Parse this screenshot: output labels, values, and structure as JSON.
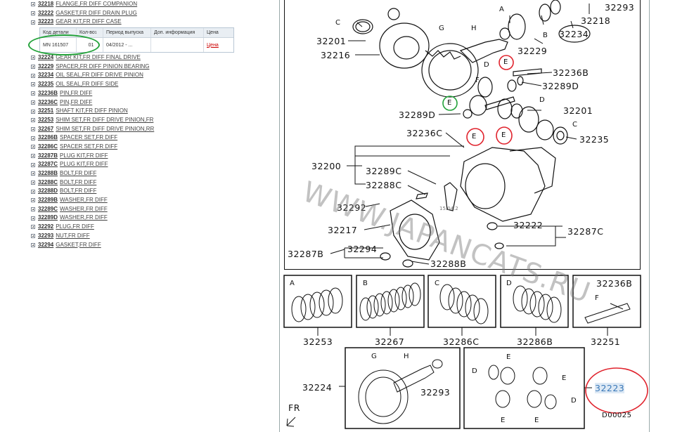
{
  "tree": {
    "items": [
      {
        "code": "32218",
        "name": "FLANGE,FR DIFF COMPANION"
      },
      {
        "code": "32222",
        "name": "GASKET,FR DIFF DRAIN PLUG"
      },
      {
        "code": "32223",
        "name": "GEAR KIT,FR DIFF CASE"
      },
      {
        "code": "32224",
        "name": "GEAR KIT,FR DIFF FINAL DRIVE"
      },
      {
        "code": "32229",
        "name": "SPACER,FR DIFF PINION BEARING"
      },
      {
        "code": "32234",
        "name": "OIL SEAL,FR DIFF DRIVE PINION"
      },
      {
        "code": "32235",
        "name": "OIL SEAL,FR DIFF SIDE"
      },
      {
        "code": "32236B",
        "name": "PIN,FR DIFF"
      },
      {
        "code": "32236C",
        "name": "PIN,FR DIFF"
      },
      {
        "code": "32251",
        "name": "SHAFT KIT,FR DIFF PINION"
      },
      {
        "code": "32253",
        "name": "SHIM SET,FR DIFF DRIVE PINION,FR"
      },
      {
        "code": "32267",
        "name": "SHIM SET,FR DIFF DRIVE PINION,RR"
      },
      {
        "code": "32286B",
        "name": "SPACER SET,FR DIFF"
      },
      {
        "code": "32286C",
        "name": "SPACER SET,FR DIFF"
      },
      {
        "code": "32287B",
        "name": "PLUG KIT,FR DIFF"
      },
      {
        "code": "32287C",
        "name": "PLUG KIT,FR DIFF"
      },
      {
        "code": "32288B",
        "name": "BOLT,FR DIFF"
      },
      {
        "code": "32288C",
        "name": "BOLT,FR DIFF"
      },
      {
        "code": "32288D",
        "name": "BOLT,FR DIFF"
      },
      {
        "code": "32289B",
        "name": "WASHER,FR DIFF"
      },
      {
        "code": "32289C",
        "name": "WASHER,FR DIFF"
      },
      {
        "code": "32289D",
        "name": "WASHER,FR DIFF"
      },
      {
        "code": "32292",
        "name": "PLUG,FR DIFF"
      },
      {
        "code": "32293",
        "name": "NUT,FR DIFF"
      },
      {
        "code": "32294",
        "name": "GASKET,FR DIFF"
      }
    ]
  },
  "popup": {
    "headers": [
      "Код детали",
      "Кол-во",
      "Период выпуска",
      "Доп. информация",
      "Цена"
    ],
    "qty_sup": "1",
    "row": {
      "part_no": "MN 161507",
      "qty": "01",
      "period": "04/2012 - ...",
      "info": "",
      "price": "Цена"
    }
  },
  "diagram": {
    "labels": {
      "p32293": "32293",
      "p32218": "32218",
      "p32234": "32234",
      "p32229": "32229",
      "p32201a": "32201",
      "p32216": "32216",
      "p32236B": "32236B",
      "p32289D_r": "32289D",
      "p32201b": "32201",
      "p32289D_l": "32289D",
      "p32236C": "32236C",
      "p32235": "32235",
      "p32200": "32200",
      "p32289C": "32289C",
      "p32288C": "32288C",
      "p32292": "32292",
      "p32217": "32217",
      "p32222": "32222",
      "p32287C": "32287C",
      "p32294": "32294",
      "p32287B": "32287B",
      "p32288B": "32288B",
      "b32253": "32253",
      "b32267": "32267",
      "b32286C": "32286C",
      "b32286B": "32286B",
      "b32251": "32251",
      "b32236B": "32236B",
      "b32224": "32224",
      "b32293": "32293",
      "b32223": "32223",
      "code": "D00025",
      "fr": "FR",
      "date_stamp": "15.04.2"
    },
    "letters": {
      "A": "A",
      "B": "B",
      "C": "C",
      "D": "D",
      "E": "E",
      "F": "F",
      "G": "G",
      "H": "H"
    },
    "box_letters": [
      "A",
      "B",
      "C",
      "D"
    ],
    "watermark": "WWW.JAPANCATS.RU"
  },
  "colors": {
    "green": "#23a23a",
    "red": "#e0232d",
    "price": "#cc0000"
  }
}
